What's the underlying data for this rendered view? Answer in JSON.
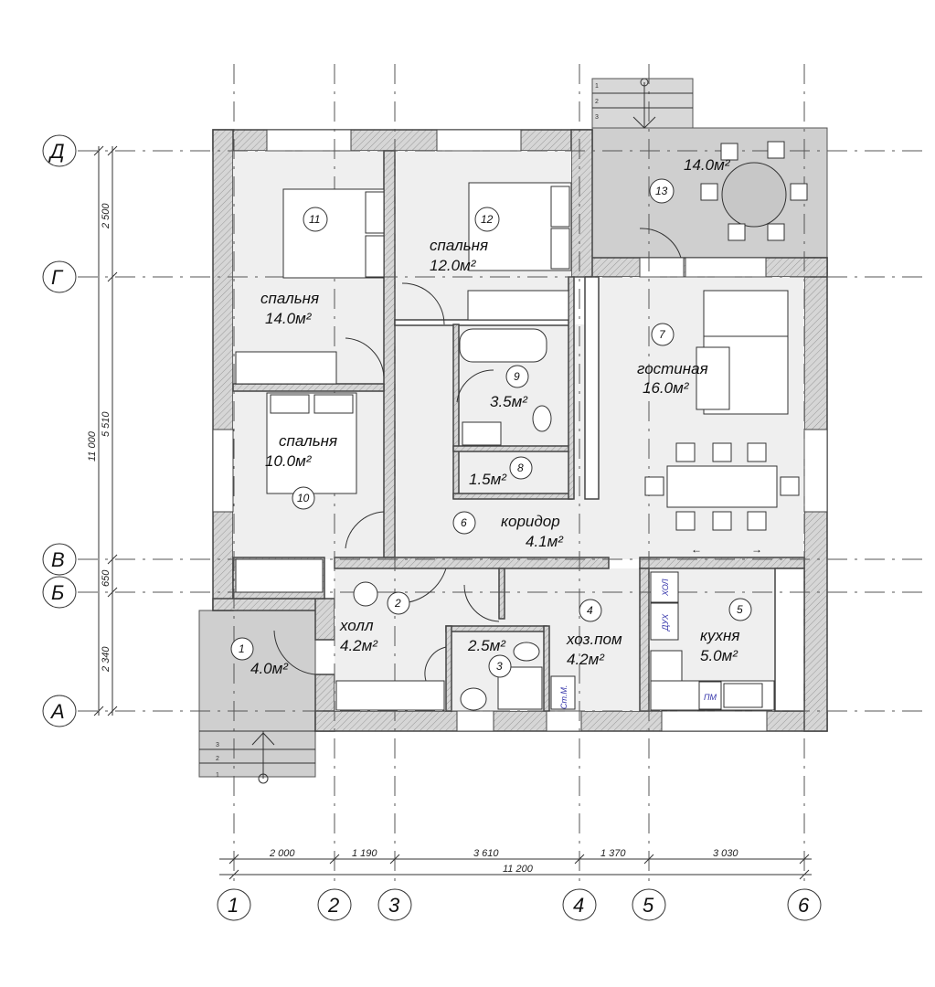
{
  "axes": {
    "horizontal": [
      "Д",
      "Г",
      "В",
      "Б",
      "А"
    ],
    "vertical": [
      "1",
      "2",
      "3",
      "4",
      "5",
      "6"
    ]
  },
  "dimensions": {
    "left_total": "11 000",
    "left_segments": [
      "2 500",
      "5 510",
      "650",
      "2 340"
    ],
    "bottom_segments": [
      "2 000",
      "1 190",
      "3 610",
      "1 370",
      "3 030"
    ],
    "bottom_total": "11 200"
  },
  "rooms": [
    {
      "num": "1",
      "name": "",
      "area": "4.0м²"
    },
    {
      "num": "2",
      "name": "холл",
      "area": "4.2м²"
    },
    {
      "num": "3",
      "name": "",
      "area": "2.5м²"
    },
    {
      "num": "4",
      "name": "хоз.пом",
      "area": "4.2м²"
    },
    {
      "num": "5",
      "name": "кухня",
      "area": "5.0м²"
    },
    {
      "num": "6",
      "name": "коридор",
      "area": "4.1м²"
    },
    {
      "num": "7",
      "name": "гостиная",
      "area": "16.0м²"
    },
    {
      "num": "8",
      "name": "",
      "area": "1.5м²"
    },
    {
      "num": "9",
      "name": "",
      "area": "3.5м²"
    },
    {
      "num": "10",
      "name": "спальня",
      "area": "10.0м²"
    },
    {
      "num": "11",
      "name": "спальня",
      "area": "14.0м²"
    },
    {
      "num": "12",
      "name": "спальня",
      "area": "12.0м²"
    },
    {
      "num": "13",
      "name": "",
      "area": "14.0м²"
    }
  ],
  "fixtures": {
    "washer": "Ст.М.",
    "dishwasher": "ПМ",
    "oven": "ДУХ",
    "fridge": "ХОЛ"
  },
  "stairs": {
    "steps": [
      "1",
      "2",
      "3"
    ]
  },
  "arrows": {
    "left": "←",
    "right": "→"
  }
}
